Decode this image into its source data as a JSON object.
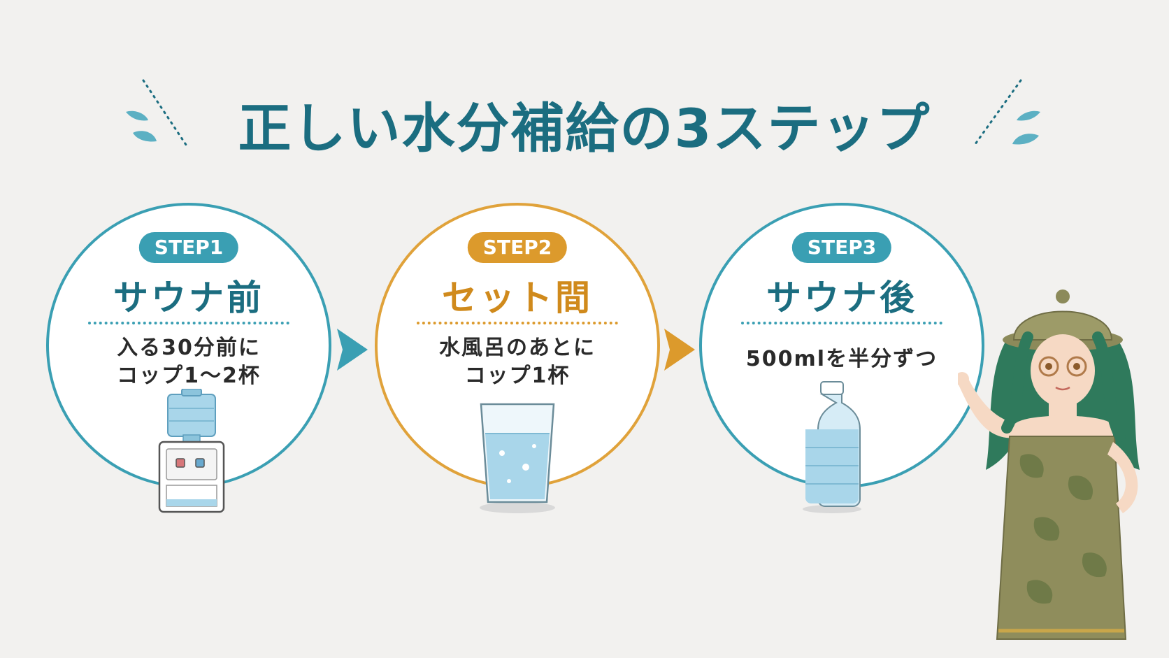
{
  "title": "正しい水分補給の3ステップ",
  "colors": {
    "teal": "#3a9fb3",
    "dark_teal": "#1b6d80",
    "orange": "#dc9a2c",
    "background": "#f2f1ef"
  },
  "steps": [
    {
      "badge": "STEP1",
      "heading": "サウナ前",
      "desc_line1": "入る30分前に",
      "desc_line2": "コップ1〜2杯",
      "illustration": "water-dispenser-icon"
    },
    {
      "badge": "STEP2",
      "heading": "セット間",
      "desc_line1": "水風呂のあとに",
      "desc_line2": "コップ1杯",
      "illustration": "water-glass-icon"
    },
    {
      "badge": "STEP3",
      "heading": "サウナ後",
      "desc_line1": "500mlを半分ずつ",
      "illustration": "water-bottle-icon"
    }
  ],
  "arrows": [
    "arrow-right-icon",
    "arrow-right-icon"
  ],
  "character": "guide-character-illustration"
}
